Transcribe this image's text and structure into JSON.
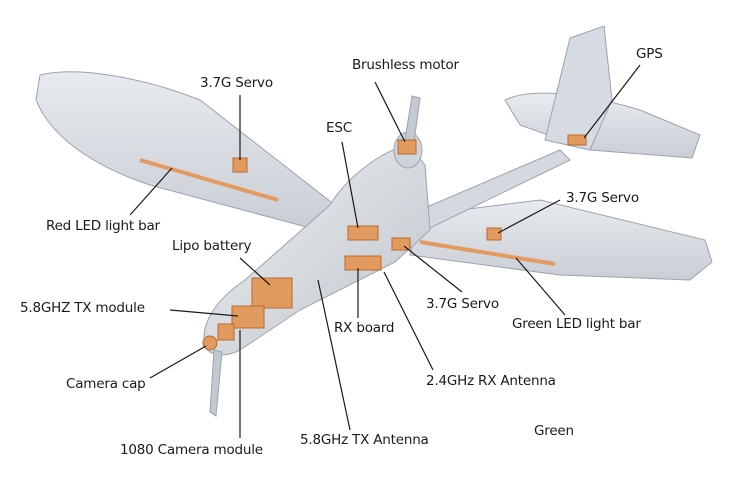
{
  "labels": {
    "servo_left_wing": "3.7G Servo",
    "brushless_motor": "Brushless motor",
    "gps": "GPS",
    "esc": "ESC",
    "servo_right_wing": "3.7G Servo",
    "red_led_bar": "Red LED light bar",
    "lipo_battery": "Lipo battery",
    "tx_module": "5.8GHZ TX module",
    "servo_tail": "3.7G Servo",
    "rx_board": "RX board",
    "green_led_bar": "Green  LED light bar",
    "rx_antenna": "2.4GHz RX Antenna",
    "camera_cap": "Camera cap",
    "camera_module": "1080 Camera module",
    "tx_antenna": "5.8GHz TX Antenna",
    "green_extra": "Green"
  },
  "colors": {
    "airframe_fill": "#dfe3e8",
    "airframe_stroke": "#9aa3ad",
    "component": "#e39a5e",
    "component_stroke": "#b96a2e",
    "leader_line": "#1a1a1a"
  }
}
